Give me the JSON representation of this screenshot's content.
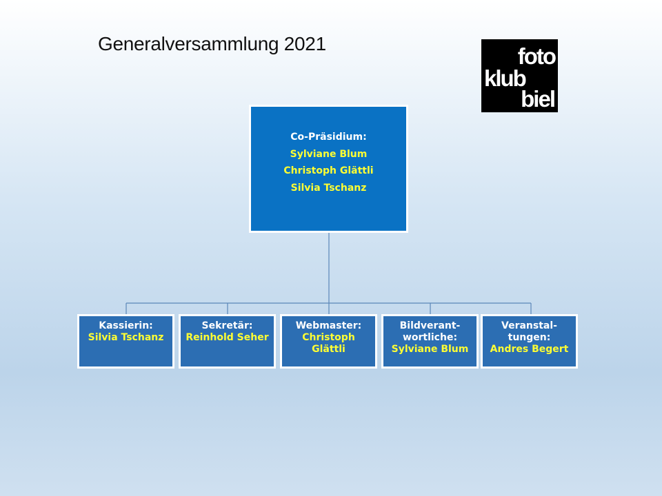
{
  "title": "Generalversammlung 2021",
  "logo": {
    "line1": "foto",
    "line2": "klub",
    "line3": "biel"
  },
  "top": {
    "label": "Co-Präsidium:",
    "members": [
      "Sylviane  Blum",
      "Christoph  Glättli",
      "Silvia  Tschanz"
    ]
  },
  "children": [
    {
      "label": "Kassierin:",
      "name": "Silvia  Tschanz"
    },
    {
      "label": "Sekretär:",
      "name": "Reinhold  Seher"
    },
    {
      "label": "Webmaster:",
      "name_line1": "Christoph",
      "name_line2": "Glättli"
    },
    {
      "label_line1": "Bildverant-",
      "label_line2": "wortliche:",
      "name": "Sylviane  Blum"
    },
    {
      "label_line1": "Veranstal-",
      "label_line2": "tungen:",
      "name": "Andres Begert"
    }
  ],
  "colors": {
    "top_box": "#0a72c4",
    "child_box": "#2c6eb3",
    "name_text": "#ffff33",
    "connector": "#5a86b8"
  }
}
